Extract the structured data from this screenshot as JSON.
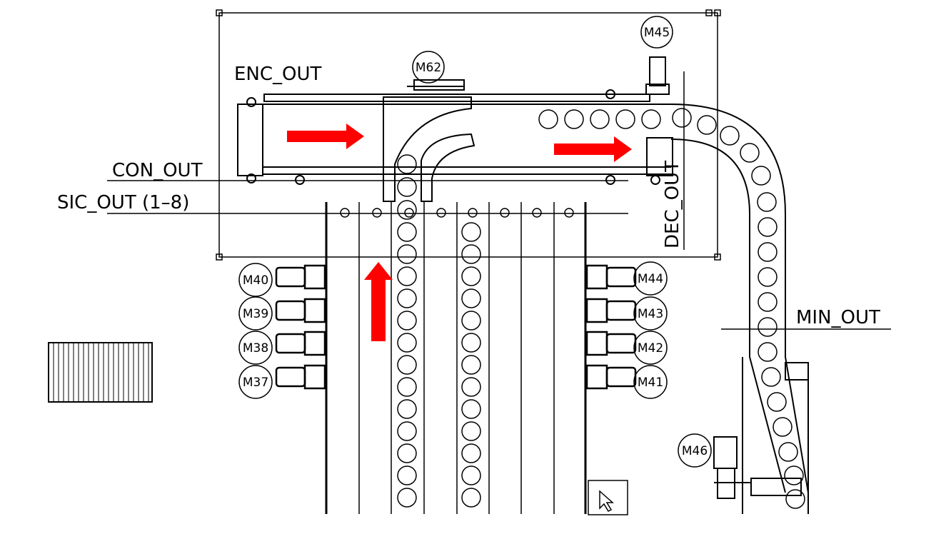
{
  "labels": {
    "enc_out": "ENC_OUT",
    "con_out": "CON_OUT",
    "sic_out": "SIC_OUT (1–8)",
    "dec_out": "DEC_OUT",
    "min_out": "MIN_OUT"
  },
  "motors": {
    "m62": "M62",
    "m45": "M45",
    "m40": "M40",
    "m39": "M39",
    "m38": "M38",
    "m37": "M37",
    "m44": "M44",
    "m43": "M43",
    "m42": "M42",
    "m41": "M41",
    "m46": "M46"
  },
  "colors": {
    "arrow": "#ff0000",
    "line": "#000000",
    "background": "#ffffff"
  },
  "icons": {
    "flow_arrow": "red-flow-arrow-icon",
    "cursor": "cursor-arrow-icon"
  }
}
